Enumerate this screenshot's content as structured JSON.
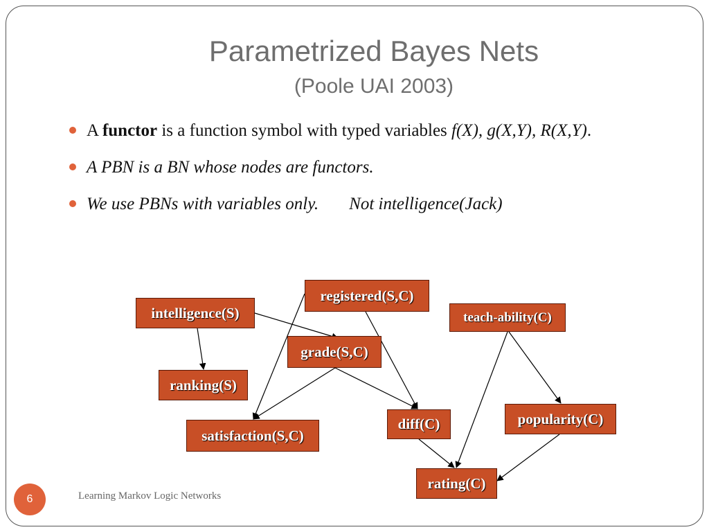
{
  "title": {
    "main": "Parametrized Bayes Nets",
    "sub": "(Poole UAI 2003)"
  },
  "bullets": {
    "b1_prefix": "A ",
    "b1_bold": "functor",
    "b1_mid": " is a function symbol with typed variables ",
    "b1_italic": "f(X), g(X,Y), R(X,Y)",
    "b1_end": ".",
    "b2": "A PBN is a BN whose nodes are functors.",
    "b3_a": "We use PBNs with variables only.",
    "b3_b": "Not intelligence(Jack)"
  },
  "diagram": {
    "nodes": {
      "intelligence": "intelligence(S)",
      "registered": "registered(S,C)",
      "teach_ability": "teach-ability(C)",
      "grade": "grade(S,C)",
      "ranking": "ranking(S)",
      "satisfaction": "satisfaction(S,C)",
      "diff": "diff(C)",
      "popularity": "popularity(C)",
      "rating": "rating(C)"
    },
    "edges": [
      [
        "intelligence(S)",
        "grade(S,C)"
      ],
      [
        "intelligence(S)",
        "ranking(S)"
      ],
      [
        "registered(S,C)",
        "satisfaction(S,C)"
      ],
      [
        "registered(S,C)",
        "diff(C)"
      ],
      [
        "grade(S,C)",
        "satisfaction(S,C)"
      ],
      [
        "grade(S,C)",
        "diff(C)"
      ],
      [
        "teach-ability(C)",
        "popularity(C)"
      ],
      [
        "teach-ability(C)",
        "rating(C)"
      ],
      [
        "diff(C)",
        "rating(C)"
      ],
      [
        "popularity(C)",
        "rating(C)"
      ]
    ],
    "node_color": "#c84f26",
    "edge_color": "#000000"
  },
  "footer": {
    "page_number": "6",
    "text": "Learning Markov Logic Networks"
  }
}
